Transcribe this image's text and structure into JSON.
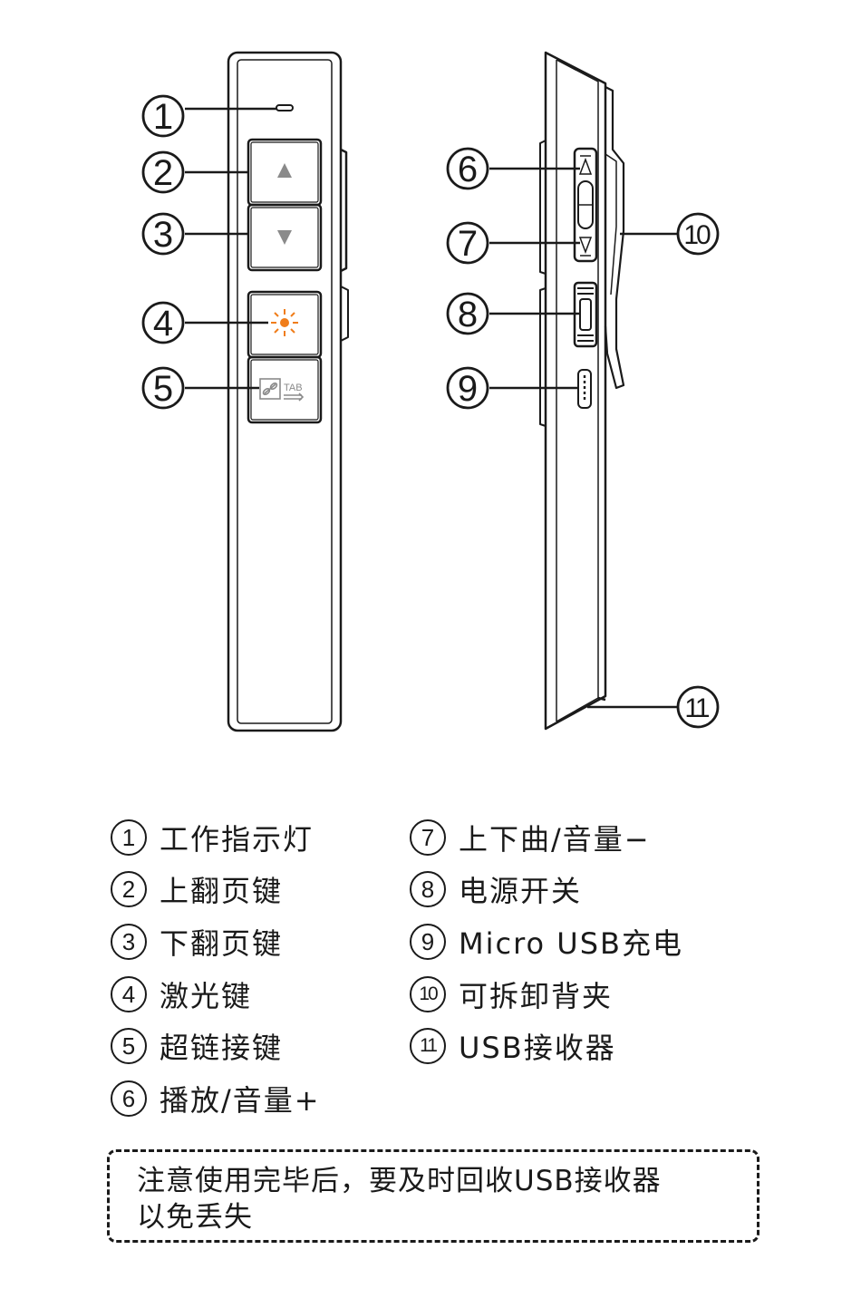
{
  "callouts": {
    "front": [
      {
        "num": "1"
      },
      {
        "num": "2"
      },
      {
        "num": "3"
      },
      {
        "num": "4"
      },
      {
        "num": "5"
      }
    ],
    "side": [
      {
        "num": "6"
      },
      {
        "num": "7"
      },
      {
        "num": "8"
      },
      {
        "num": "9"
      },
      {
        "num": "10"
      },
      {
        "num": "11"
      }
    ]
  },
  "tab_label": "TAB",
  "legend": {
    "left": [
      {
        "num": "1",
        "text": "工作指示灯"
      },
      {
        "num": "2",
        "text": "上翻页键"
      },
      {
        "num": "3",
        "text": "下翻页键"
      },
      {
        "num": "4",
        "text": "激光键"
      },
      {
        "num": "5",
        "text": "超链接键"
      },
      {
        "num": "6",
        "text": "播放/音量+"
      }
    ],
    "right": [
      {
        "num": "7",
        "text": "上下曲/音量−"
      },
      {
        "num": "8",
        "text": "电源开关"
      },
      {
        "num": "9",
        "text": "Micro USB充电"
      },
      {
        "num": "10",
        "text": "可拆卸背夹"
      },
      {
        "num": "11",
        "text": "USB接收器"
      }
    ]
  },
  "note": {
    "line1": "注意使用完毕后，要及时回收USB接收器",
    "line2": "以免丢失"
  },
  "colors": {
    "outline": "#1a1a1a",
    "button_arrow": "#8a8a8a",
    "laser": "#f07d1a"
  },
  "icons": [
    "up-arrow-icon",
    "down-arrow-icon",
    "laser-icon",
    "hyperlink-icon",
    "micro-usb-port-icon"
  ]
}
